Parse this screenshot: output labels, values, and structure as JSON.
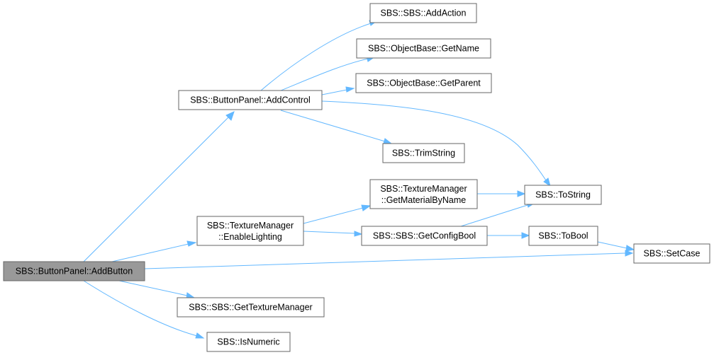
{
  "graph": {
    "colors": {
      "edge": "#63b8ff",
      "node_border": "#666666",
      "node_fill": "#ffffff",
      "root_fill": "#999999"
    },
    "nodes": {
      "add_button": [
        "SBS::ButtonPanel::AddButton"
      ],
      "add_control": [
        "SBS::ButtonPanel::AddControl"
      ],
      "add_action": [
        "SBS::SBS::AddAction"
      ],
      "get_name": [
        "SBS::ObjectBase::GetName"
      ],
      "get_parent": [
        "SBS::ObjectBase::GetParent"
      ],
      "trim_string": [
        "SBS::TrimString"
      ],
      "get_material_by_name": [
        "SBS::TextureManager",
        "::GetMaterialByName"
      ],
      "to_string": [
        "SBS::ToString"
      ],
      "enable_lighting": [
        "SBS::TextureManager",
        "::EnableLighting"
      ],
      "get_config_bool": [
        "SBS::SBS::GetConfigBool"
      ],
      "to_bool": [
        "SBS::ToBool"
      ],
      "set_case": [
        "SBS::SetCase"
      ],
      "get_texture_manager": [
        "SBS::SBS::GetTextureManager"
      ],
      "is_numeric": [
        "SBS::IsNumeric"
      ]
    },
    "edges": [
      [
        "add_button",
        "add_control"
      ],
      [
        "add_button",
        "enable_lighting"
      ],
      [
        "add_button",
        "set_case"
      ],
      [
        "add_button",
        "get_texture_manager"
      ],
      [
        "add_button",
        "is_numeric"
      ],
      [
        "add_control",
        "add_action"
      ],
      [
        "add_control",
        "get_name"
      ],
      [
        "add_control",
        "get_parent"
      ],
      [
        "add_control",
        "to_string"
      ],
      [
        "add_control",
        "trim_string"
      ],
      [
        "enable_lighting",
        "get_material_by_name"
      ],
      [
        "enable_lighting",
        "get_config_bool"
      ],
      [
        "get_material_by_name",
        "to_string"
      ],
      [
        "get_config_bool",
        "to_string"
      ],
      [
        "get_config_bool",
        "to_bool"
      ],
      [
        "to_bool",
        "set_case"
      ]
    ]
  }
}
